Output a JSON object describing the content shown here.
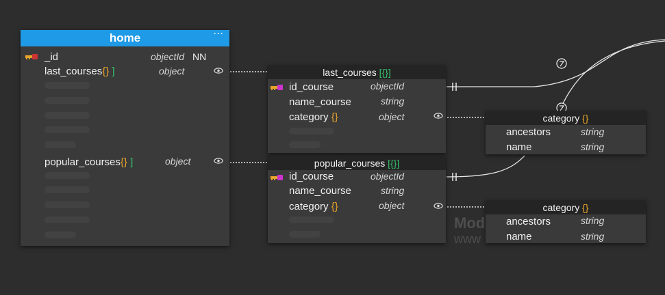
{
  "colors": {
    "background": "#2d2d2d",
    "box": "#3a3a3a",
    "header_dark": "#242424",
    "header_blue": "#1f9ae6",
    "brace_orange": "#e8a42a",
    "brace_green": "#35c06a",
    "pk_key": "#cc3333",
    "fk_key": "#cc33cc"
  },
  "home": {
    "title": "home",
    "menu": "···",
    "id_name": "_id",
    "id_type": "objectId",
    "id_flag": "NN",
    "last_courses_name": "last_courses",
    "last_courses_braces": "{}",
    "last_courses_close": "]",
    "last_courses_type": "object",
    "popular_courses_name": "popular_courses",
    "popular_courses_braces": "{}",
    "popular_courses_close": "]",
    "popular_courses_type": "object"
  },
  "last_courses": {
    "title": "last_courses",
    "title_braces": "[{}]",
    "fields": [
      {
        "name": "id_course",
        "type": "objectId"
      },
      {
        "name": "name_course",
        "type": "string"
      },
      {
        "name": "category",
        "braces": "{}",
        "type": "object"
      }
    ]
  },
  "popular_courses": {
    "title": "popular_courses",
    "title_braces": "[{}]",
    "fields": [
      {
        "name": "id_course",
        "type": "objectId"
      },
      {
        "name": "name_course",
        "type": "string"
      },
      {
        "name": "category",
        "braces": "{}",
        "type": "object"
      }
    ]
  },
  "category_1": {
    "title": "category",
    "title_braces": "{}",
    "fields": [
      {
        "name": "ancestors",
        "type": "string"
      },
      {
        "name": "name",
        "type": "string"
      }
    ]
  },
  "category_2": {
    "title": "category",
    "title_braces": "{}",
    "fields": [
      {
        "name": "ancestors",
        "type": "string"
      },
      {
        "name": "name",
        "type": "string"
      }
    ]
  },
  "watermark": {
    "line1": "Mod",
    "line2": "www"
  }
}
